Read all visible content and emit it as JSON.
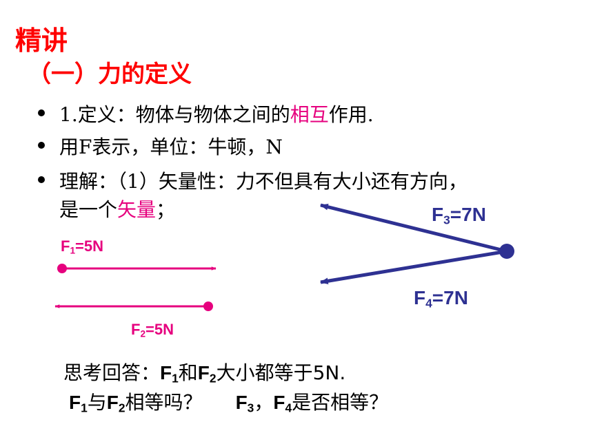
{
  "heading": {
    "title": "精讲",
    "subtitle": "（一）力的定义"
  },
  "bullets": {
    "b1_prefix": "1.定义：物体与物体之间的",
    "b1_highlight": "相互",
    "b1_suffix": "作用.",
    "b2": "用F表示，单位：牛顿，N",
    "b3_line1": "理解：（1）矢量性：力不但具有大小还有方向，",
    "b3_line2_prefix": "是一个",
    "b3_line2_highlight": "矢量",
    "b3_line2_suffix": "；"
  },
  "forces": {
    "f1": {
      "name": "F",
      "sub": "1",
      "value": "=5N"
    },
    "f2": {
      "name": "F",
      "sub": "2",
      "value": "=5N"
    },
    "f3": {
      "name": "F",
      "sub": "3",
      "value": "=7N"
    },
    "f4": {
      "name": "F",
      "sub": "4",
      "value": "=7N"
    }
  },
  "question": {
    "line1_prefix": "思考回答：",
    "f": "F",
    "s1": "1",
    "and": "和",
    "s2": "2",
    "line1_suffix": "大小都等于5N.",
    "yu": "与",
    "xiangdeng": "相等吗？",
    "s3": "3",
    "comma": "，",
    "s4": "4",
    "line2_suffix": "是否相等？"
  },
  "colors": {
    "title": "#ff0000",
    "highlight": "#e6007e",
    "vector_left": "#e6007e",
    "vector_right": "#2e3192"
  }
}
